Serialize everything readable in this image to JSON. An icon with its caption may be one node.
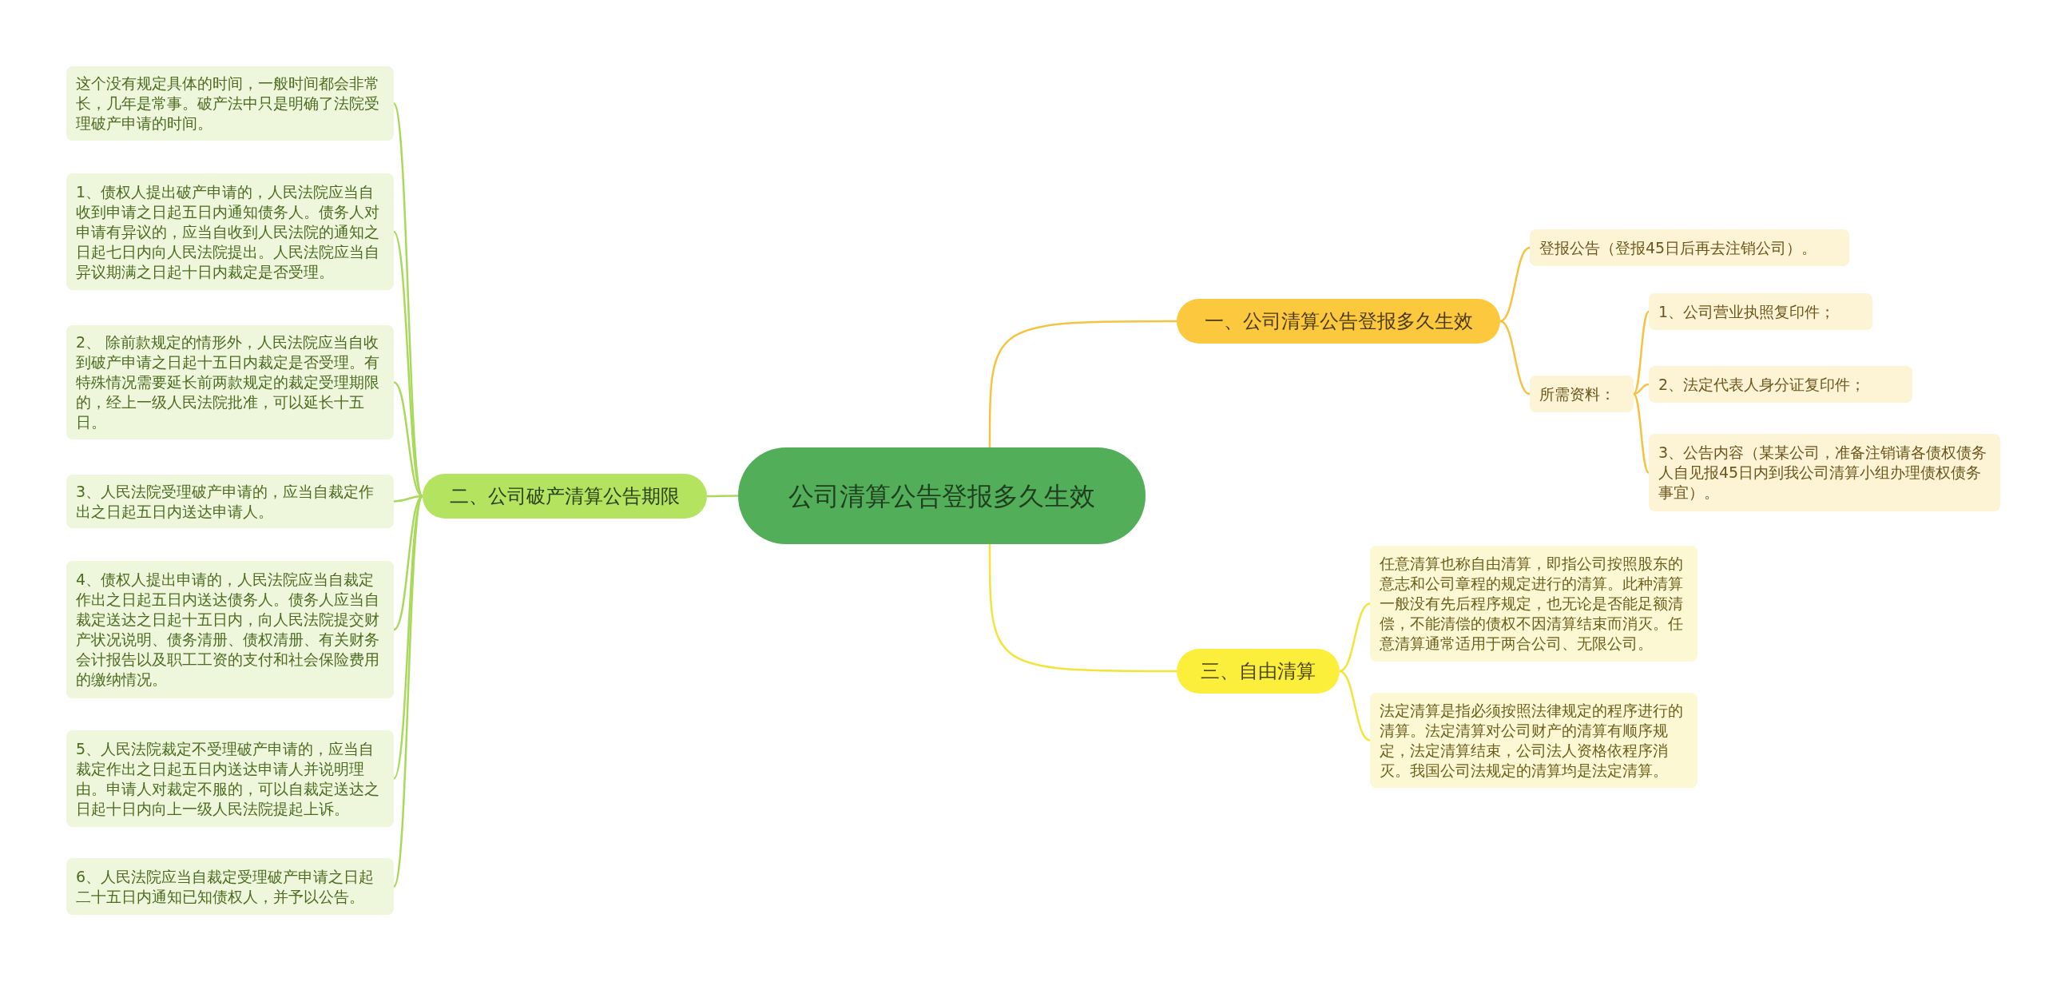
{
  "diagram": {
    "nodes": [
      {
        "text": [
          "公司清算公告登报多久生效"
        ]
      },
      {
        "text": [
          "一、公司清算公告登报多久生效"
        ]
      },
      {
        "text": [
          "登报公告（登报45日后再去注销公司）。"
        ]
      },
      {
        "text": [
          "所需资料："
        ]
      },
      {
        "text": [
          "1、公司营业执照复印件；"
        ]
      },
      {
        "text": [
          "2、法定代表人身分证复印件；"
        ]
      },
      {
        "text": [
          "3、公告内容（某某公司，准备注销请各债权债务人自见报45日内到我公司清算小组办理债权债务事宜）。"
        ]
      },
      {
        "text": [
          "二、公司破产清算公告期限"
        ]
      },
      {
        "text": [
          "这个没有规定具体的时间，一般时间都会非常长，几年是常事。破产法中只是明确了法院受理破产申请的时间。"
        ]
      },
      {
        "text": [
          "1、债权人提出破产申请的，人民法院应当自收到申请之日起五日内通知债务人。债务人对申请有异议的，应当自收到人民法院的通知之日起七日内向人民法院提出。人民法院应当自异议期满之日起十日内裁定是否受理。"
        ]
      },
      {
        "text": [
          "2、 除前款规定的情形外，人民法院应当自收到破产申请之日起十五日内裁定是否受理。有特殊情况需要延长前两款规定的裁定受理期限的，经上一级人民法院批准，可以延长十五日。"
        ]
      },
      {
        "text": [
          "3、人民法院受理破产申请的，应当自裁定作出之日起五日内送达申请人。"
        ]
      },
      {
        "text": [
          "4、债权人提出申请的，人民法院应当自裁定作出之日起五日内送达债务人。债务人应当自裁定送达之日起十五日内，向人民法院提交财产状况说明、债务清册、债权清册、有关财务会计报告以及职工工资的支付和社会保险费用的缴纳情况。"
        ]
      },
      {
        "text": [
          "5、人民法院裁定不受理破产申请的，应当自裁定作出之日起五日内送达申请人并说明理由。申请人对裁定不服的，可以自裁定送达之日起十日内向上一级人民法院提起上诉。"
        ]
      },
      {
        "text": [
          "6、人民法院应当自裁定受理破产申请之日起二十五日内通知已知债权人，并予以公告。"
        ]
      },
      {
        "text": [
          "三、自由清算"
        ]
      },
      {
        "text": [
          "任意清算也称自由清算，即指公司按照股东的意志和公司章程的规定进行的清算。此种清算一般没有先后程序规定，也无论是否能足额清偿，不能清偿的债权不因清算结束而消灭。任意清算通常适用于两合公司、无限公司。"
        ]
      },
      {
        "text": [
          "法定清算是指必须按照法律规定的程序进行的清算。法定清算对公司财产的清算有顺序规定，法定清算结束，公司法人资格依程序消灭。我国公司法规定的清算均是法定清算。"
        ]
      }
    ],
    "edges": [
      {
        "from": 0,
        "to": 1,
        "arrow": "none",
        "color": "#f5c342"
      },
      {
        "from": 1,
        "to": 2,
        "arrow": "none",
        "color": "#f5c342"
      },
      {
        "from": 1,
        "to": 3,
        "arrow": "none",
        "color": "#f5c342"
      },
      {
        "from": 3,
        "to": 4,
        "arrow": "none",
        "color": "#f5c342"
      },
      {
        "from": 3,
        "to": 5,
        "arrow": "none",
        "color": "#f5c342"
      },
      {
        "from": 3,
        "to": 6,
        "arrow": "none",
        "color": "#f5c342"
      },
      {
        "from": 0,
        "to": 7,
        "arrow": "none"
      },
      {
        "from": 7,
        "to": 8,
        "arrow": "none"
      },
      {
        "from": 7,
        "to": 9,
        "arrow": "none"
      },
      {
        "from": 7,
        "to": 10,
        "arrow": "none"
      },
      {
        "from": 7,
        "to": 11,
        "arrow": "none"
      },
      {
        "from": 7,
        "to": 12,
        "arrow": "none"
      },
      {
        "from": 7,
        "to": 13,
        "arrow": "none"
      },
      {
        "from": 7,
        "to": 14,
        "arrow": "none"
      },
      {
        "from": 0,
        "to": 15,
        "arrow": "none",
        "color": "#f2e43a"
      },
      {
        "from": 15,
        "to": 16,
        "arrow": "none",
        "color": "#f2e43a"
      },
      {
        "from": 15,
        "to": 17,
        "arrow": "none",
        "color": "#f2e43a"
      }
    ]
  }
}
